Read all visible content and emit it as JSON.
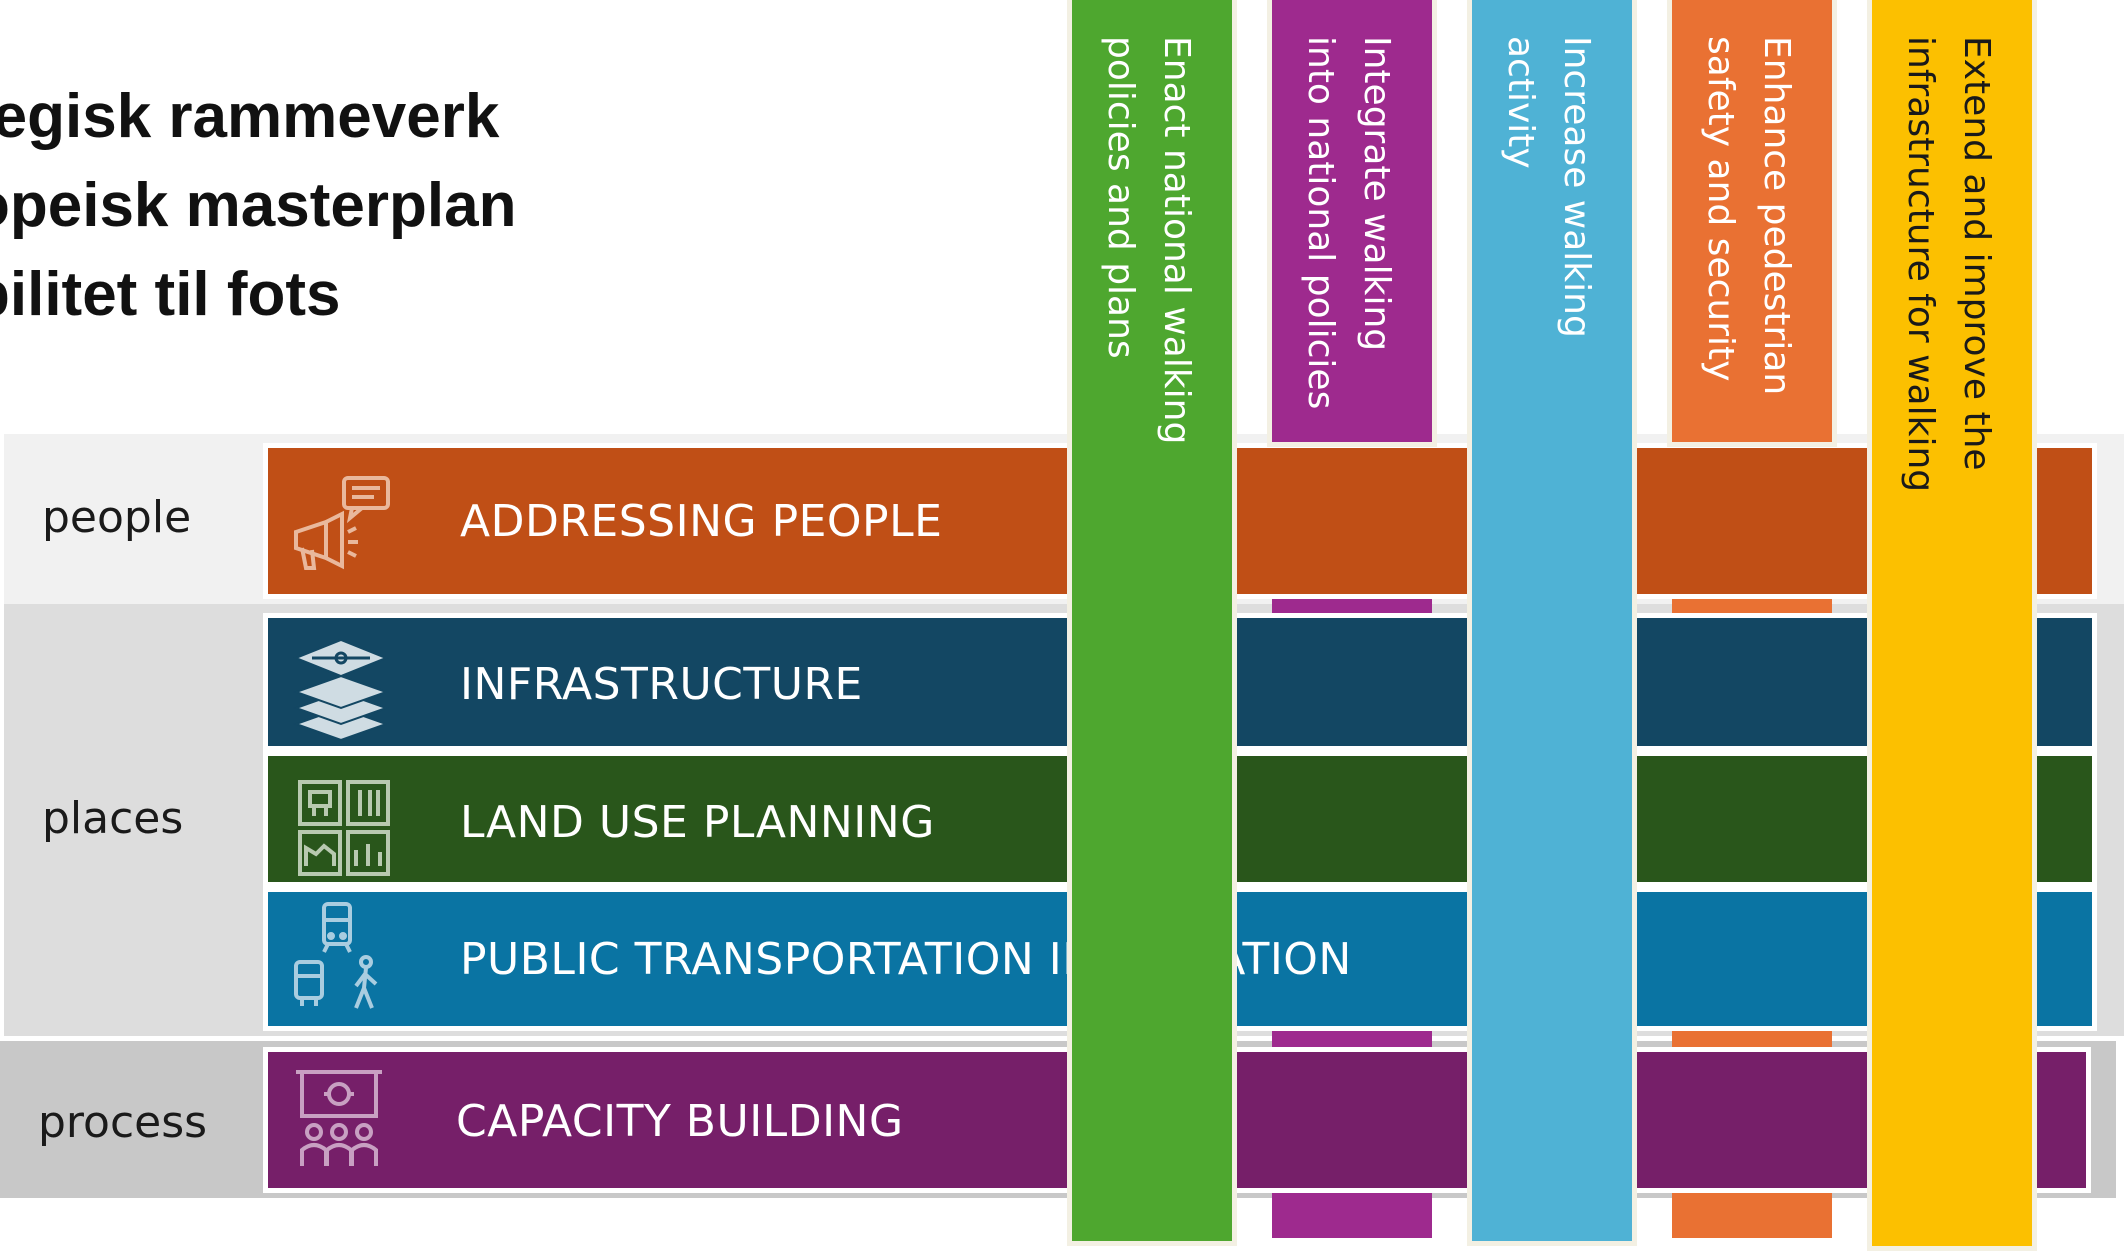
{
  "title": {
    "line1": "tegisk rammeverk",
    "line2": "opeisk masterplan",
    "line3": "bilitet til fots"
  },
  "bands": {
    "people": "people",
    "places": "places",
    "process": "process"
  },
  "bars": {
    "addressing_people": "ADDRESSING PEOPLE",
    "infrastructure": "INFRASTRUCTURE",
    "land_use_planning": "LAND USE PLANNING",
    "public_transportation": "PUBLIC TRANSPORTATION INTEGRATION",
    "capacity_building": "CAPACITY BUILDING"
  },
  "columns": {
    "enact": {
      "line1": "Enact national walking",
      "line2": "policies and plans"
    },
    "integrate": {
      "line1": "Integrate walking",
      "line2": "into national policies"
    },
    "increase": {
      "line1": "Increase walking",
      "line2": "activity"
    },
    "enhance": {
      "line1": "Enhance pedestrian",
      "line2": "safety and security"
    },
    "extend": {
      "line1": "Extend and improve the",
      "line2": "infrastructure for walking"
    }
  },
  "icons": {
    "people": "megaphone-speech-bubble-icon",
    "infrastructure": "layers-icon",
    "land_use": "land-use-grid-icon",
    "transport": "bus-tram-pedestrian-icon",
    "capacity": "presentation-audience-icon"
  },
  "colors": {
    "addressing_people": "#c04f16",
    "infrastructure": "#134763",
    "land_use_planning": "#29561b",
    "public_transportation": "#0a74a3",
    "capacity_building": "#761f69",
    "enact": "#4ea72f",
    "integrate": "#9e2a8e",
    "increase": "#4fb2d5",
    "enhance": "#e97133",
    "extend": "#fcc000"
  }
}
